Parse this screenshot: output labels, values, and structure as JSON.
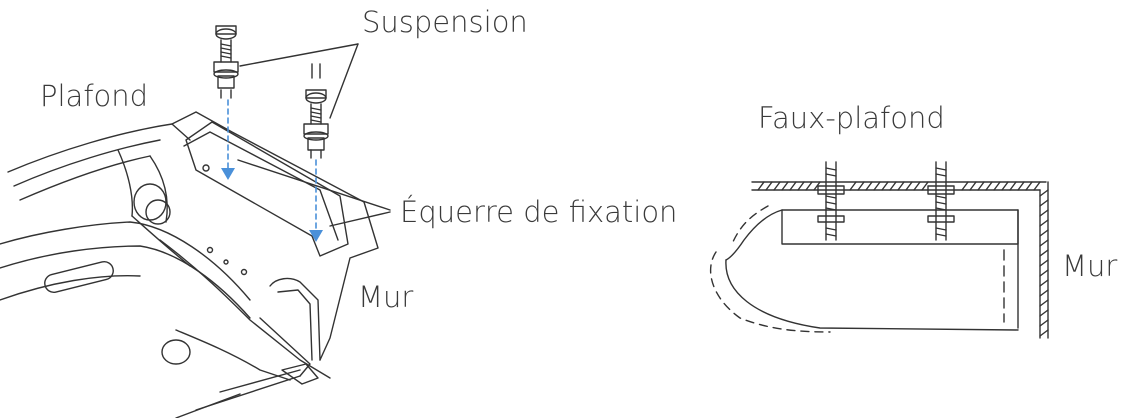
{
  "labels": {
    "suspension": "Suspension",
    "plafond": "Plafond",
    "equerre": "Équerre de fixation",
    "mur_left": "Mur",
    "faux_plafond": "Faux-plafond",
    "mur_right": "Mur"
  },
  "colors": {
    "line": "#333333",
    "arrow": "#4a90d9",
    "text": "#3a3a3a"
  }
}
